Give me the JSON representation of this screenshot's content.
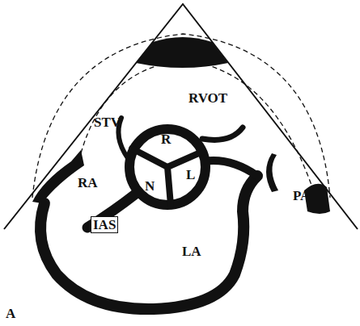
{
  "diagram": {
    "labels": [
      "STV",
      "RVOT",
      "R",
      "L",
      "N",
      "RA",
      "IAS",
      "LA",
      "PA",
      "A"
    ]
  }
}
